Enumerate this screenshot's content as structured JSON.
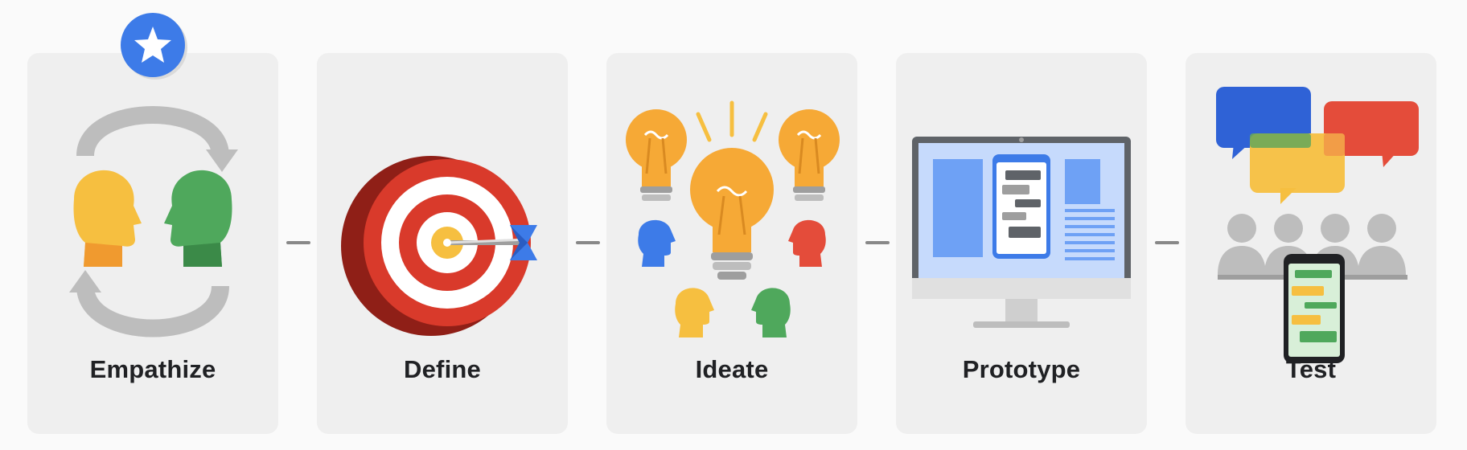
{
  "stages": [
    {
      "label": "Empathize",
      "icon": "empathize-illustration"
    },
    {
      "label": "Define",
      "icon": "target-illustration"
    },
    {
      "label": "Ideate",
      "icon": "lightbulbs-illustration"
    },
    {
      "label": "Prototype",
      "icon": "monitor-illustration"
    },
    {
      "label": "Test",
      "icon": "user-test-illustration"
    }
  ],
  "badge": {
    "icon": "star-icon"
  },
  "colors": {
    "yellow": "#f6bf40",
    "green": "#4fa85c",
    "blue": "#4285f4",
    "red": "#e44c3a",
    "gray": "#bdbdbd",
    "card": "#efefef"
  }
}
